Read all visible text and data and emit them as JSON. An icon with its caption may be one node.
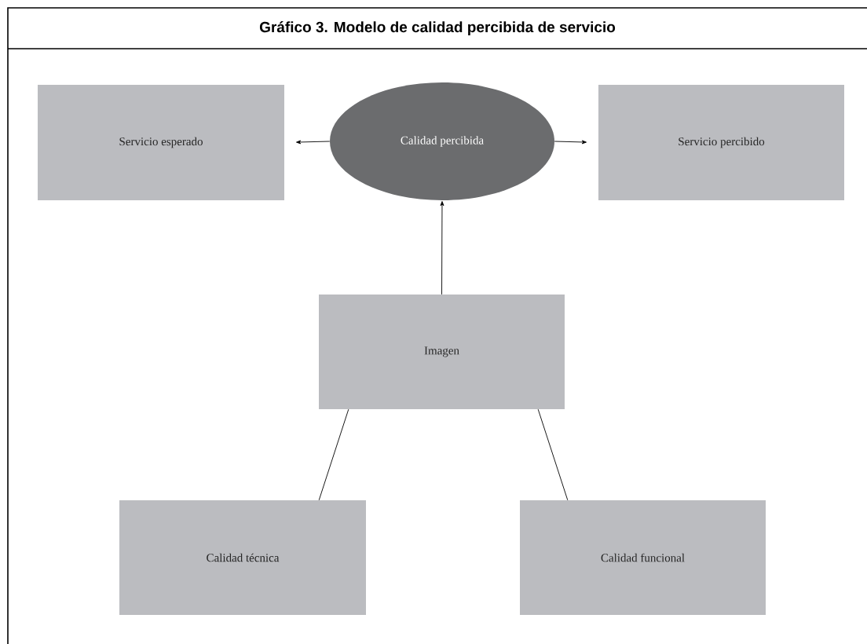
{
  "diagram": {
    "title": "Gráfico 3. Modelo de calidad percibida de servicio",
    "nodes": [
      {
        "text": [
          "Servicio esperado"
        ]
      },
      {
        "text": [
          "Calidad percibida"
        ]
      },
      {
        "text": [
          "Servicio percibido"
        ]
      },
      {
        "text": [
          "Imagen"
        ]
      },
      {
        "text": [
          "Calidad técnica"
        ]
      },
      {
        "text": [
          "Calidad funcional"
        ]
      }
    ],
    "edges": [
      {
        "from": 1,
        "to": 0,
        "arrow": "to"
      },
      {
        "from": 1,
        "to": 2,
        "arrow": "to"
      },
      {
        "from": 3,
        "to": 1,
        "arrow": "to"
      },
      {
        "from": 3,
        "to": 4,
        "arrow": "none"
      },
      {
        "from": 3,
        "to": 5,
        "arrow": "none"
      }
    ]
  }
}
